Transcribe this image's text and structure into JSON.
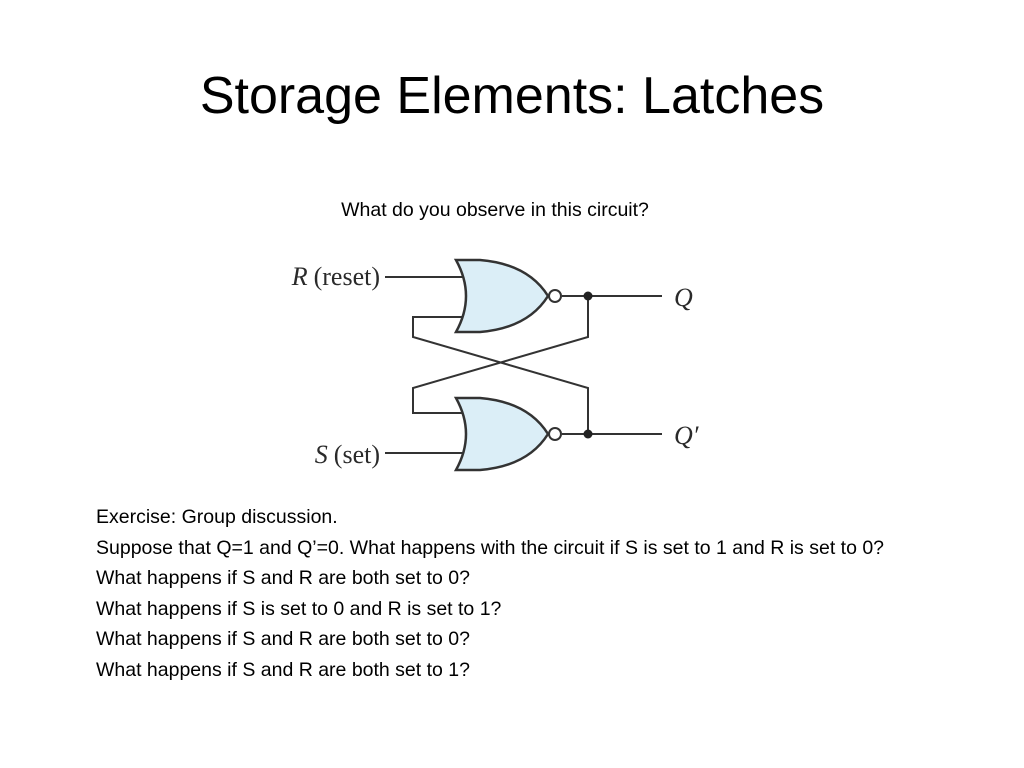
{
  "slide": {
    "title": "Storage Elements: Latches",
    "prompt": "What do you observe in this circuit?"
  },
  "circuit": {
    "gate_type": "NOR",
    "gate_fill": "#dbeef7",
    "wire_color": "#333333",
    "inputs": {
      "r_var": "R",
      "r_desc": "(reset)",
      "s_var": "S",
      "s_desc": "(set)"
    },
    "outputs": {
      "q": "Q",
      "q_bar": "Q′"
    }
  },
  "exercise": {
    "lines": [
      "Exercise: Group discussion.",
      "Suppose that Q=1 and Q’=0. What happens with the circuit if S is set to 1 and R is set to 0?",
      "What happens if S and R are both set to 0?",
      "What happens if S is set to 0 and R is set to 1?",
      "What happens if S and R are both set to 0?",
      "What happens if S and R are both set to 1?"
    ]
  }
}
